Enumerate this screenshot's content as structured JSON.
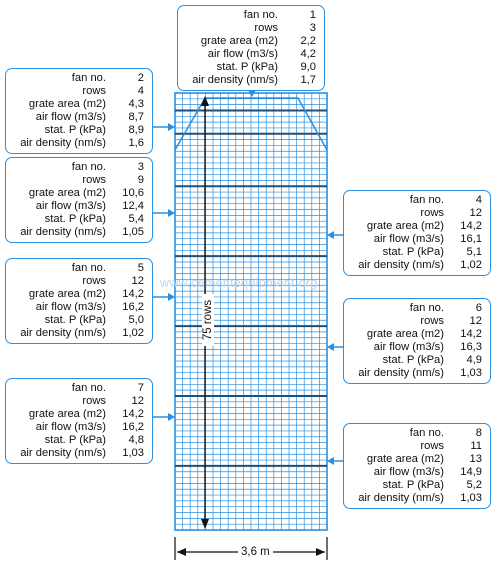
{
  "labels": {
    "fan_no": "fan no.",
    "rows": "rows",
    "grate_area": "grate area (m2)",
    "air_flow": "air flow (m3/s)",
    "stat_p": "stat. P (kPa)",
    "air_density": "air density (nm/s)"
  },
  "fans": [
    {
      "fan_no": "1",
      "rows": "3",
      "grate_area": "2,2",
      "air_flow": "4,2",
      "stat_p": "9,0",
      "air_density": "1,7"
    },
    {
      "fan_no": "2",
      "rows": "4",
      "grate_area": "4,3",
      "air_flow": "8,7",
      "stat_p": "8,9",
      "air_density": "1,6"
    },
    {
      "fan_no": "3",
      "rows": "9",
      "grate_area": "10,6",
      "air_flow": "12,4",
      "stat_p": "5,4",
      "air_density": "1,05"
    },
    {
      "fan_no": "4",
      "rows": "12",
      "grate_area": "14,2",
      "air_flow": "16,1",
      "stat_p": "5,1",
      "air_density": "1,02"
    },
    {
      "fan_no": "5",
      "rows": "12",
      "grate_area": "14,2",
      "air_flow": "16,2",
      "stat_p": "5,0",
      "air_density": "1,02"
    },
    {
      "fan_no": "6",
      "rows": "12",
      "grate_area": "14,2",
      "air_flow": "16,3",
      "stat_p": "4,9",
      "air_density": "1,03"
    },
    {
      "fan_no": "7",
      "rows": "12",
      "grate_area": "14,2",
      "air_flow": "16,2",
      "stat_p": "4,8",
      "air_density": "1,03"
    },
    {
      "fan_no": "8",
      "rows": "11",
      "grate_area": "13",
      "air_flow": "14,9",
      "stat_p": "5,2",
      "air_density": "1,03"
    }
  ],
  "total_rows_label": "75 rows",
  "width_label": "3,6 m",
  "watermark": "www.cementequipment.org",
  "colors": {
    "grid": "#2a8fe0",
    "border": "#2a8fe0",
    "divider": "#1e4f7a"
  }
}
